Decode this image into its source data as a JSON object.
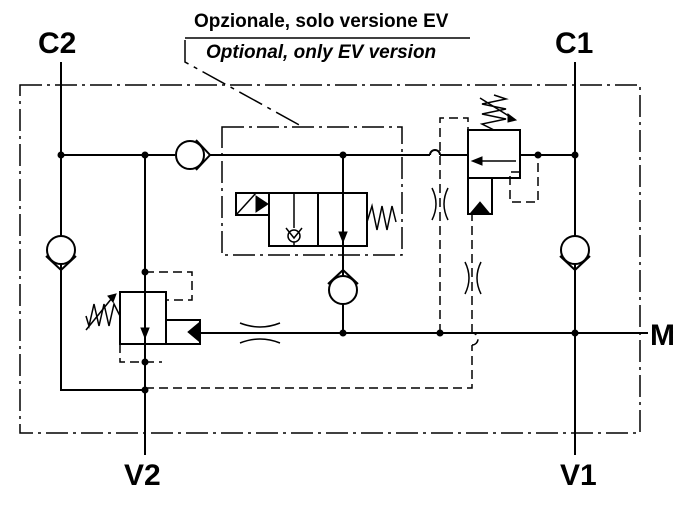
{
  "ports": {
    "c2": "C2",
    "c1": "C1",
    "v2": "V2",
    "v1": "V1",
    "m": "M"
  },
  "note": {
    "line1": "Opzionale, solo versione EV",
    "line2": "Optional, only EV version"
  }
}
